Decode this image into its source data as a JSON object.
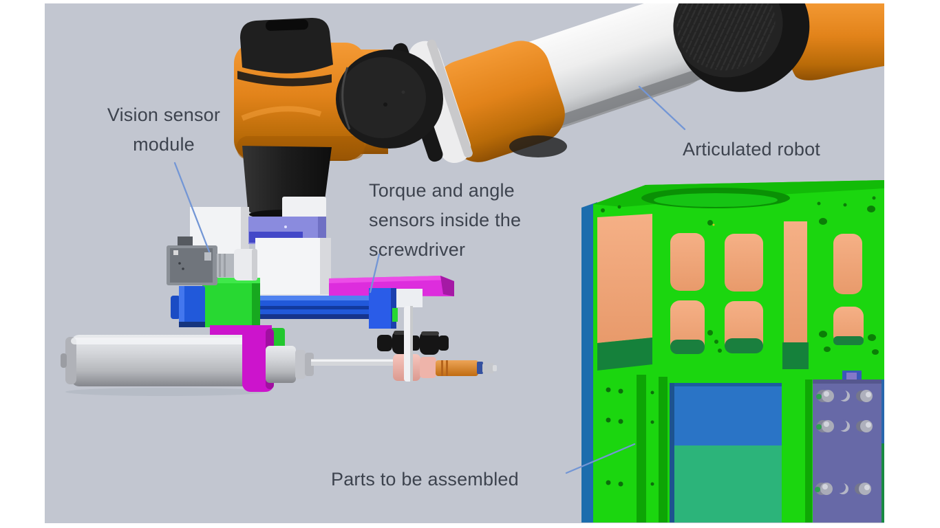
{
  "figure": {
    "type": "cad-assembly-diagram",
    "labels": {
      "vision_sensor": "Vision sensor module",
      "torque_sensors": "Torque and angle sensors inside the screwdriver",
      "articulated_robot": "Articulated robot",
      "parts_assembled": "Parts to be assembled"
    },
    "palette": {
      "canvas_background": "#c2c6d0",
      "page_margin": "#ffffff",
      "label_text": "#3d434e",
      "leader_line": "#7396d5",
      "robot_orange": "#e2831a",
      "robot_joint_black": "#1d1d1d",
      "robot_arm_white": "#eeeeee",
      "fixture_green": "#1bd60f",
      "fixture_panel_salmon": "#f1a97e",
      "fixture_panel_blue": "#2a74c6",
      "fixture_panel_teal": "#2cb47a",
      "fixture_panel_purple": "#6769a7",
      "tool_magenta": "#cc14cc",
      "rail_blue": "#2159da",
      "gripper_green": "#28d832",
      "screwdriver_gray": "#c9cbd0",
      "bit_orange": "#df8f3a",
      "camera_gray": "#8b9097"
    }
  }
}
